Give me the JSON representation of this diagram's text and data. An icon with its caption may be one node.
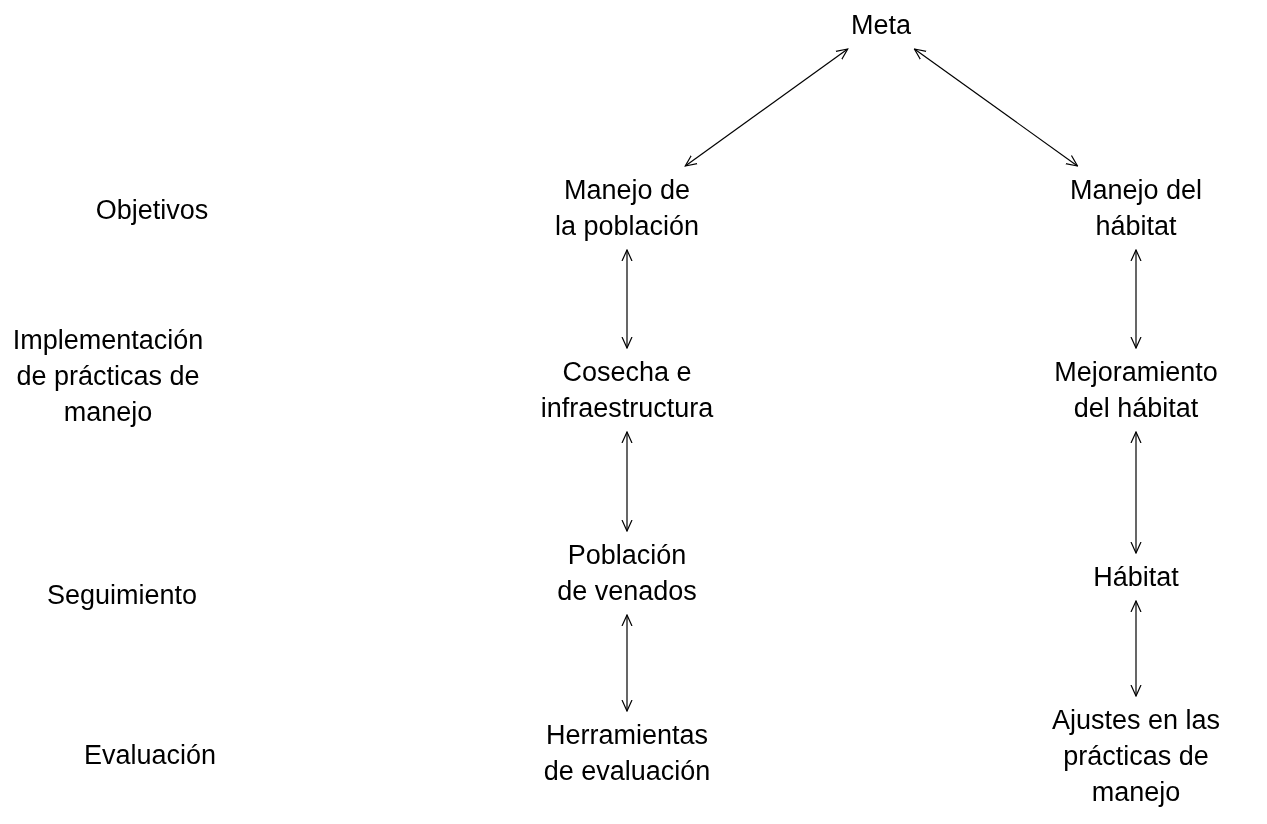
{
  "diagram": {
    "nodes": [
      {
        "text": [
          "Meta"
        ]
      },
      {
        "text": [
          "Manejo de la población"
        ]
      },
      {
        "text": [
          "Manejo del hábitat"
        ]
      },
      {
        "text": [
          "Cosecha e infraestructura"
        ]
      },
      {
        "text": [
          "Mejoramiento del hábitat"
        ]
      },
      {
        "text": [
          "Población de venados"
        ]
      },
      {
        "text": [
          "Hábitat"
        ]
      },
      {
        "text": [
          "Herramientas de evaluación"
        ]
      },
      {
        "text": [
          "Ajustes en las prácticas de manejo"
        ]
      }
    ],
    "edges": [
      {
        "from": 0,
        "to": 1,
        "arrow": "both"
      },
      {
        "from": 0,
        "to": 2,
        "arrow": "both"
      },
      {
        "from": 1,
        "to": 3,
        "arrow": "both"
      },
      {
        "from": 2,
        "to": 4,
        "arrow": "both"
      },
      {
        "from": 3,
        "to": 5,
        "arrow": "both"
      },
      {
        "from": 4,
        "to": 6,
        "arrow": "both"
      },
      {
        "from": 5,
        "to": 7,
        "arrow": "both"
      },
      {
        "from": 6,
        "to": 8,
        "arrow": "both"
      }
    ],
    "labels": [
      "Objetivos",
      "Implementación de prácticas de manejo",
      "Seguimiento",
      "Evaluación"
    ]
  }
}
